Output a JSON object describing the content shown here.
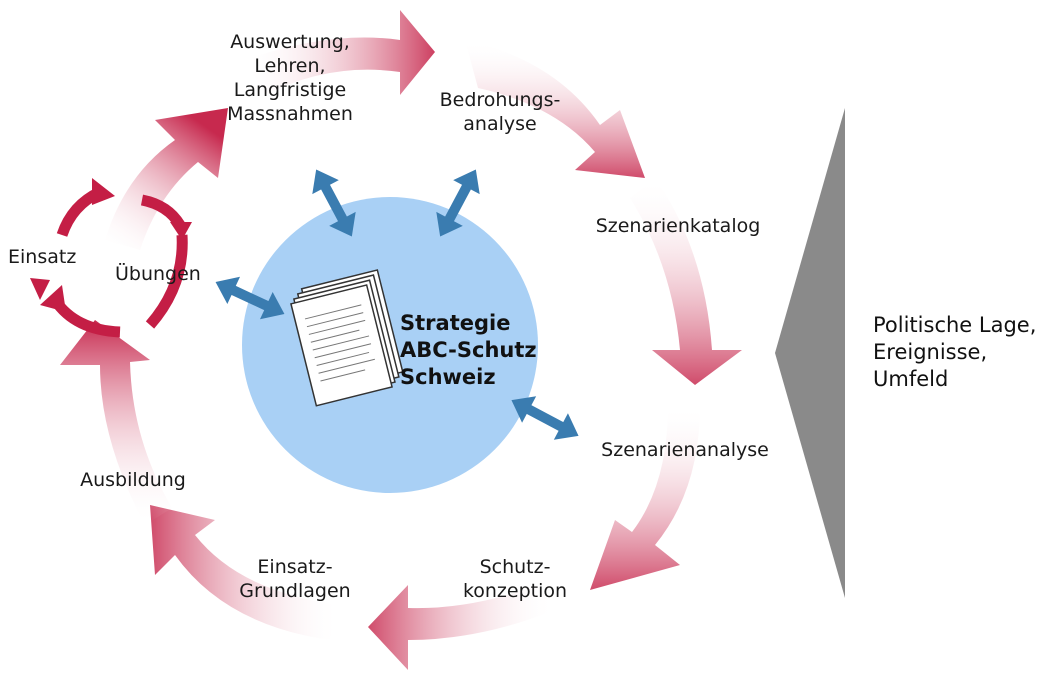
{
  "center": {
    "title": "Strategie\nABC-Schutz\nSchweiz",
    "icon": "document-stack-icon"
  },
  "cycle_steps": [
    {
      "label": "Auswertung,\nLehren,\nLangfristige\nMassnahmen"
    },
    {
      "label": "Bedrohungs-\nanalyse"
    },
    {
      "label": "Szenarienkatalog"
    },
    {
      "label": "Szenarienanalyse"
    },
    {
      "label": "Schutz-\nkonzeption"
    },
    {
      "label": "Einsatz-\nGrundlagen"
    },
    {
      "label": "Ausbildung"
    }
  ],
  "inner_loop": [
    {
      "label": "Einsatz"
    },
    {
      "label": "Übungen"
    }
  ],
  "context": {
    "label": "Politische Lage,\nEreignisse,\nUmfeld"
  },
  "colors": {
    "cycle_arrow": "#c41e45",
    "center_circle": "#a9d0f5",
    "link_arrow": "#3a7cb0",
    "context_wedge": "#8a8a8a"
  }
}
